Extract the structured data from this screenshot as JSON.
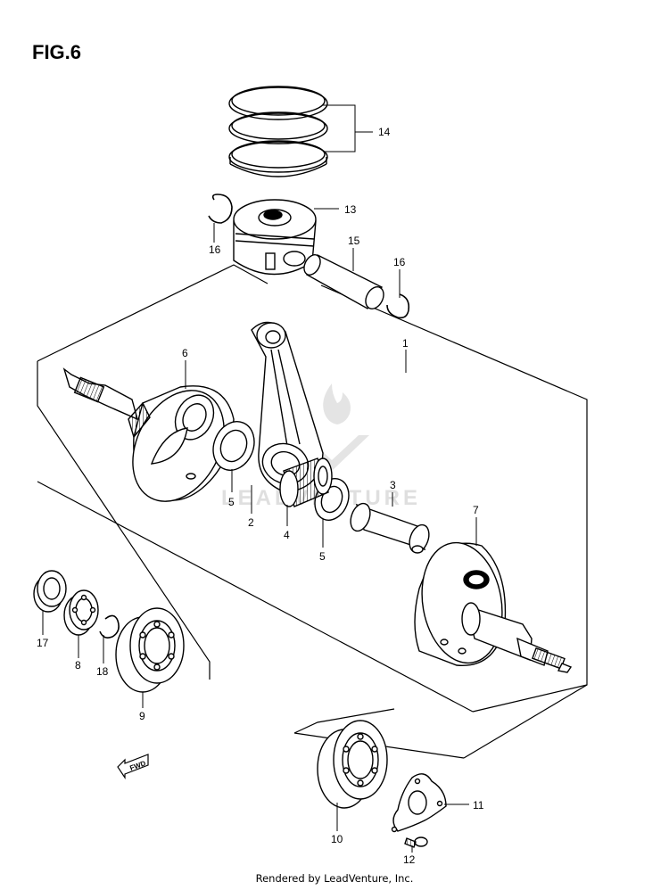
{
  "figure": {
    "title": "FIG.6",
    "footer": "Rendered by LeadVenture, Inc.",
    "watermark": "LEADVENTURE",
    "direction_label": "FWD"
  },
  "callouts": [
    {
      "id": "c1",
      "text": "1"
    },
    {
      "id": "c2",
      "text": "2"
    },
    {
      "id": "c3",
      "text": "3"
    },
    {
      "id": "c4",
      "text": "4"
    },
    {
      "id": "c5a",
      "text": "5"
    },
    {
      "id": "c5b",
      "text": "5"
    },
    {
      "id": "c6",
      "text": "6"
    },
    {
      "id": "c7",
      "text": "7"
    },
    {
      "id": "c8",
      "text": "8"
    },
    {
      "id": "c9",
      "text": "9"
    },
    {
      "id": "c10",
      "text": "10"
    },
    {
      "id": "c11",
      "text": "11"
    },
    {
      "id": "c12",
      "text": "12"
    },
    {
      "id": "c13",
      "text": "13"
    },
    {
      "id": "c14",
      "text": "14"
    },
    {
      "id": "c15",
      "text": "15"
    },
    {
      "id": "c16a",
      "text": "16"
    },
    {
      "id": "c16b",
      "text": "16"
    },
    {
      "id": "c17",
      "text": "17"
    },
    {
      "id": "c18",
      "text": "18"
    }
  ]
}
